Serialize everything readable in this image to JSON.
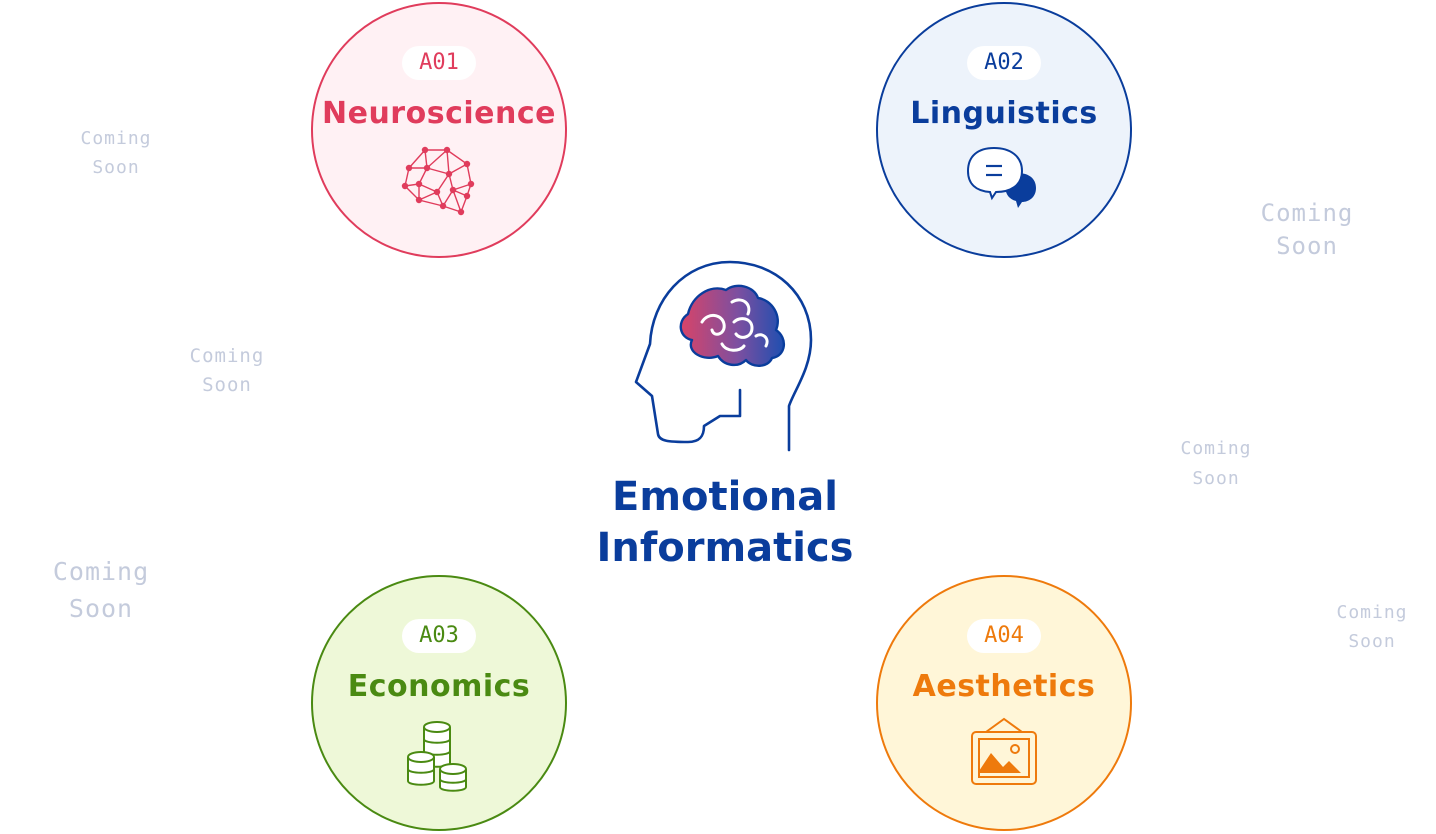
{
  "center": {
    "title_line1": "Emotional",
    "title_line2": "Informatics",
    "icon": "head-brain-icon"
  },
  "nodes": [
    {
      "code": "A01",
      "title": "Neuroscience",
      "icon": "neural-network-icon",
      "color": "#e03c5c"
    },
    {
      "code": "A02",
      "title": "Linguistics",
      "icon": "speech-bubbles-icon",
      "color": "#0a3d9c"
    },
    {
      "code": "A03",
      "title": "Economics",
      "icon": "coin-stacks-icon",
      "color": "#4a8a12"
    },
    {
      "code": "A04",
      "title": "Aesthetics",
      "icon": "framed-picture-icon",
      "color": "#ee7a0c"
    }
  ],
  "coming_soon": [
    {
      "line1": "Coming",
      "line2": "Soon"
    },
    {
      "line1": "Coming",
      "line2": "Soon"
    },
    {
      "line1": "Coming",
      "line2": "Soon"
    },
    {
      "line1": "Coming",
      "line2": "Soon"
    },
    {
      "line1": "Coming",
      "line2": "Soon"
    },
    {
      "line1": "Coming",
      "line2": "Soon"
    }
  ]
}
